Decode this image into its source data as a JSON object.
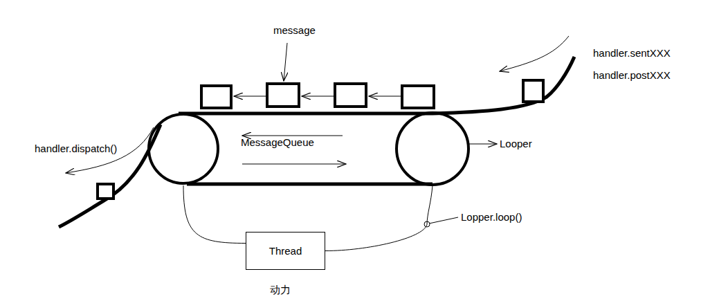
{
  "diagram": {
    "nodes": [
      {
        "text": [
          "MessageQueue"
        ]
      },
      {
        "text": [
          "Thread"
        ]
      }
    ],
    "edges": [
      {
        "from": 0,
        "to": 1,
        "arrow": "none"
      },
      {
        "from": 0,
        "to": 1,
        "arrow": "none"
      }
    ],
    "labels": [
      "message",
      "handler.sentXXX",
      "handler.postXXX",
      "handler.dispatch()",
      "Looper",
      "Lopper.loop()",
      "动力"
    ]
  }
}
